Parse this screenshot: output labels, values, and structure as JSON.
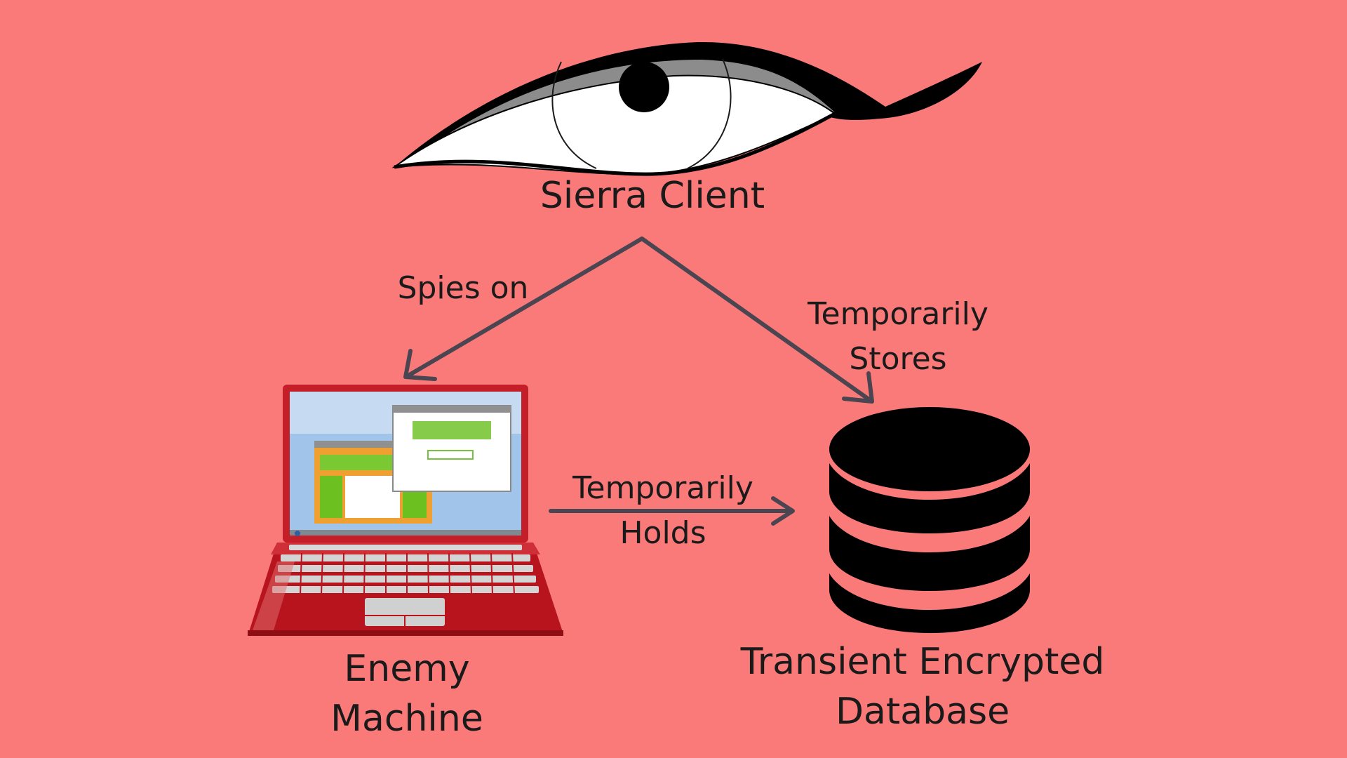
{
  "colors": {
    "background": "#fa7a7a",
    "arrow": "#4a4550",
    "laptop_body": "#c0202a",
    "database": "#000000"
  },
  "nodes": {
    "sierra_client": {
      "label": "Sierra Client",
      "icon": "eye-icon"
    },
    "enemy_machine": {
      "label_line1": "Enemy",
      "label_line2": "Machine",
      "icon": "laptop-icon"
    },
    "database": {
      "label_line1": "Transient Encrypted",
      "label_line2": "Database",
      "icon": "database-icon"
    }
  },
  "edges": {
    "spies_on": {
      "label": "Spies on"
    },
    "temporarily_stores": {
      "label_line1": "Temporarily",
      "label_line2": "Stores"
    },
    "temporarily_holds": {
      "label_line1": "Temporarily",
      "label_line2": "Holds"
    }
  }
}
